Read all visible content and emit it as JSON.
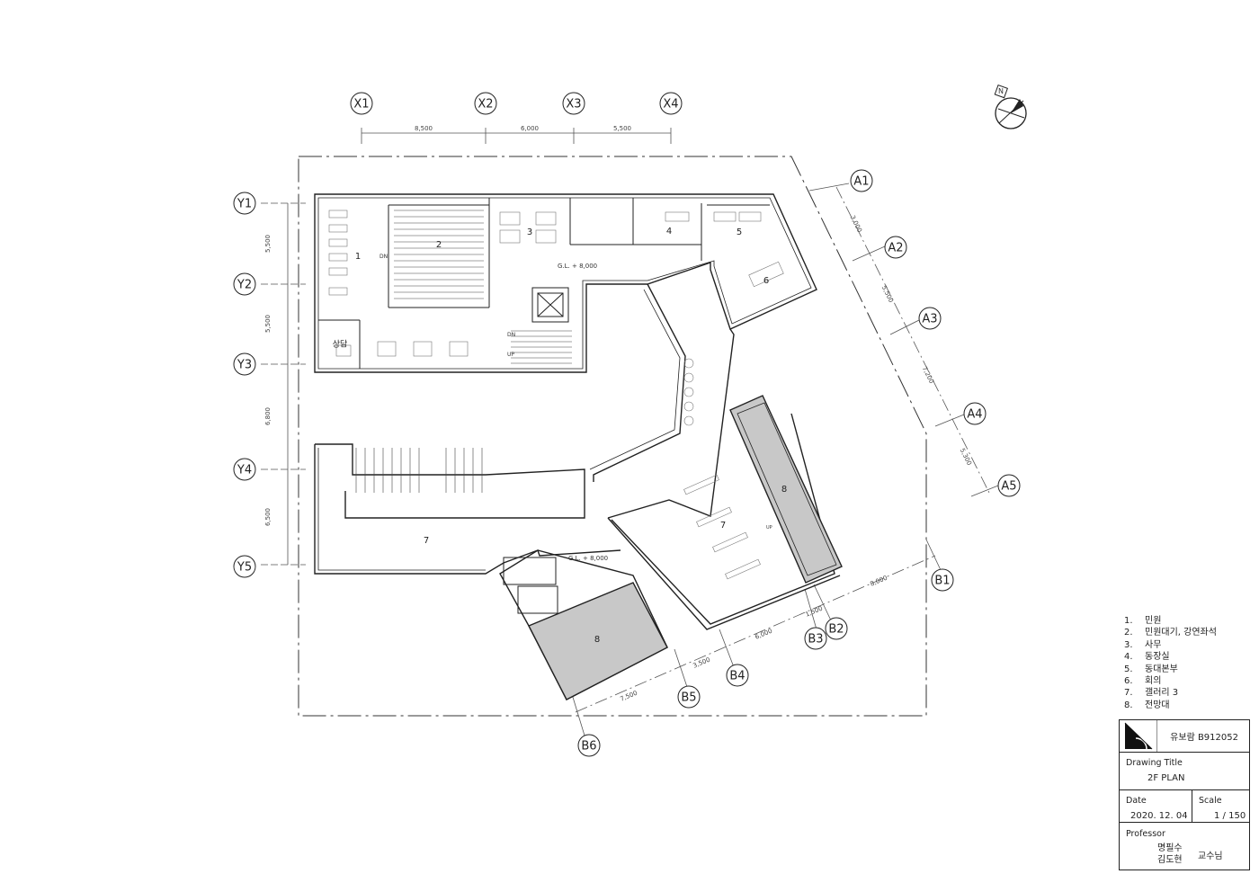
{
  "grid": {
    "x_axes": [
      "X1",
      "X2",
      "X3",
      "X4"
    ],
    "x_spacing": [
      "8,500",
      "6,000",
      "5,500"
    ],
    "y_axes": [
      "Y1",
      "Y2",
      "Y3",
      "Y4",
      "Y5"
    ],
    "y_spacing": [
      "5,500",
      "5,500",
      "6,800",
      "6,500"
    ],
    "a_axes": [
      "A1",
      "A2",
      "A3",
      "A4",
      "A5"
    ],
    "a_spacing": [
      "3,000",
      "5,500",
      "7,200",
      "5,300"
    ],
    "b_axes": [
      "B1",
      "B2",
      "B3",
      "B4",
      "B5",
      "B6"
    ],
    "b_spacing": [
      "8,000",
      "1,500",
      "6,000",
      "3,500",
      "7,500"
    ]
  },
  "plan": {
    "room_numbers": [
      "1",
      "2",
      "3",
      "4",
      "5",
      "6",
      "7",
      "7",
      "8",
      "8"
    ],
    "counsel_room": "상담",
    "level_marks": [
      "G.L. + 8,000",
      "G.L. + 8,000"
    ],
    "stair_marks": [
      "DN",
      "DN",
      "UP"
    ],
    "stair_small": "UP"
  },
  "legend": [
    {
      "num": "1.",
      "label": "민원"
    },
    {
      "num": "2.",
      "label": "민원대기, 강연좌석"
    },
    {
      "num": "3.",
      "label": "사무"
    },
    {
      "num": "4.",
      "label": "동장실"
    },
    {
      "num": "5.",
      "label": "동대본부"
    },
    {
      "num": "6.",
      "label": "회의"
    },
    {
      "num": "7.",
      "label": "갤러리 3"
    },
    {
      "num": "8.",
      "label": "전망대"
    }
  ],
  "north_label": "N",
  "title_block": {
    "author": "유보람 B912052",
    "drawing_title_label": "Drawing Title",
    "drawing_title": "2F PLAN",
    "date_label": "Date",
    "date": "2020. 12. 04",
    "scale_label": "Scale",
    "scale": "1 / 150",
    "professor_label": "Professor",
    "professor_names": [
      "명필수",
      "김도현"
    ],
    "professor_title": "교수님"
  }
}
